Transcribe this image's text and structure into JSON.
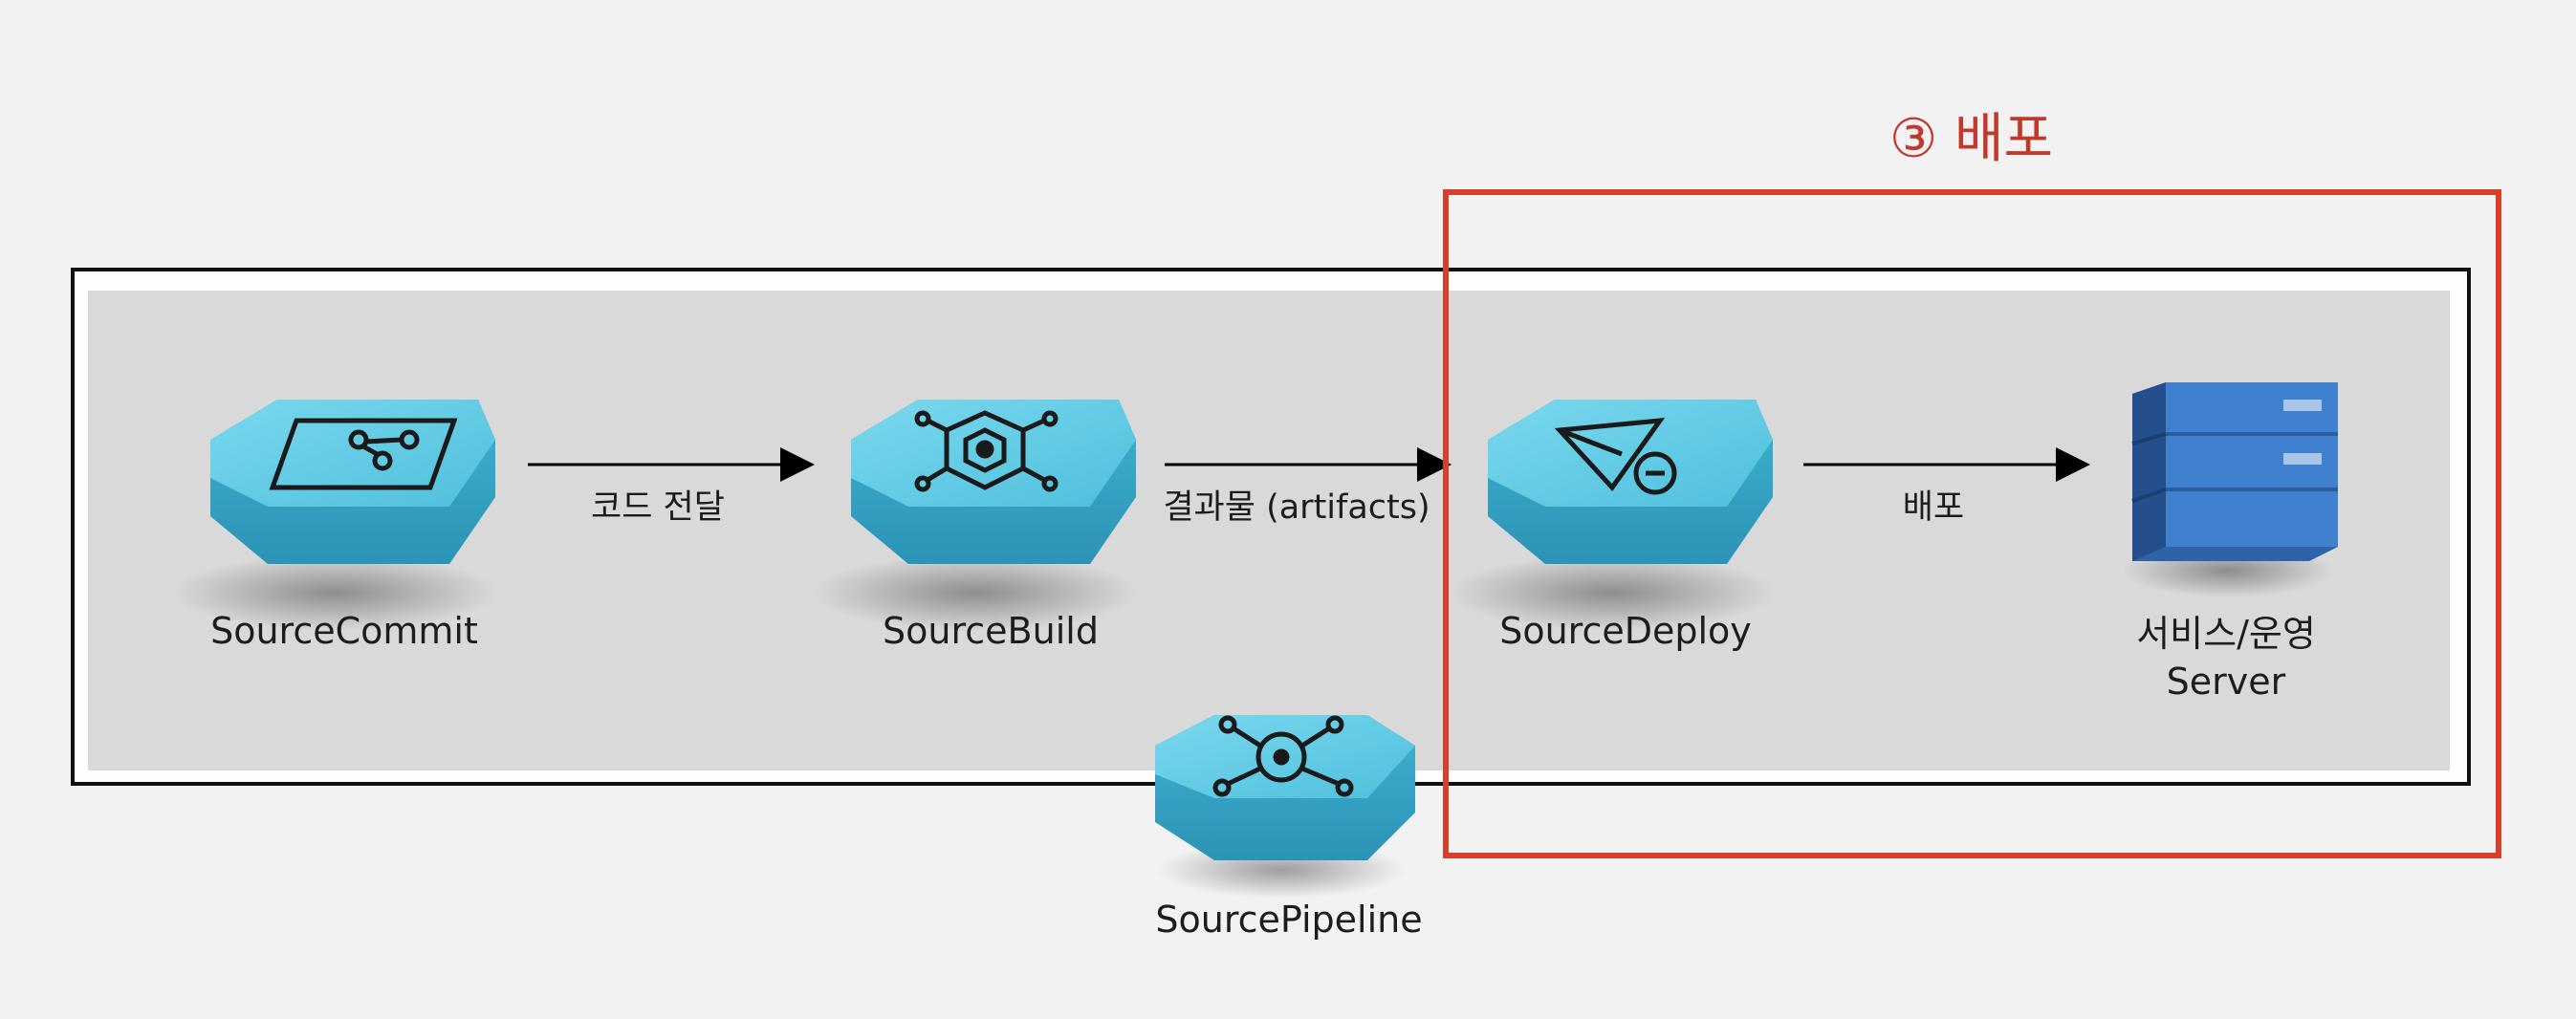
{
  "stage": {
    "title": "③ 배포"
  },
  "nodes": {
    "commit": {
      "label": "SourceCommit"
    },
    "build": {
      "label": "SourceBuild"
    },
    "deploy": {
      "label": "SourceDeploy"
    },
    "server": {
      "label_line1": "서비스/운영",
      "label_line2": "Server"
    },
    "pipeline": {
      "label": "SourcePipeline"
    }
  },
  "edges": {
    "commit_to_build": "코드 전달",
    "build_to_deploy": "결과물 (artifacts)",
    "deploy_to_server": "배포"
  },
  "colors": {
    "node_top": "#5ec9e4",
    "node_side": "#38a8c8",
    "highlight": "#d63f2a",
    "server": "#3a78c6"
  }
}
